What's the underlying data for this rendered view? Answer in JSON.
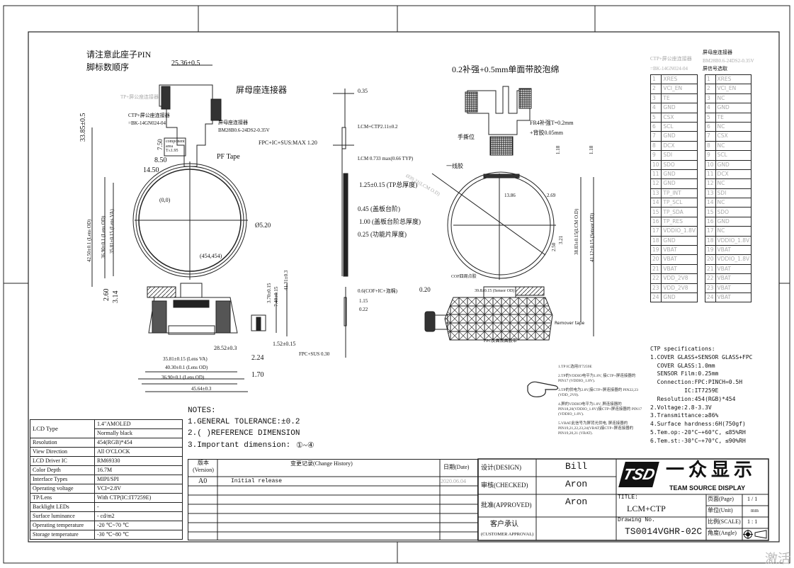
{
  "notes_left": {
    "pin_order_note_1": "请注意此座子PIN",
    "pin_order_note_2": "脚标数顺序",
    "dim_25_36": "25.36±0.5",
    "screen_connector": "屏母座连接器",
    "tp_connector": "TP+屏公座连接器",
    "ctp_connector": "CTP+屏公座连接器",
    "ctp_connector_pn": "=BK-14GN024-04",
    "screen_connector_small": "屏母座连接器",
    "screen_connector_pn": "BM28B0.6-24DS2-0.35V",
    "component_area": "component area T≤1.95",
    "dim_33_85": "33.85±0.5",
    "dim_7_50": "7.50",
    "dim_8_50": "8.50",
    "dim_14_50": "14.50",
    "pf_tape": "PF Tape",
    "origin": "(0,0)",
    "end_point": "(454,454)",
    "dim_5_20": "Ø5.20",
    "dim_42_50": "42.50±0.1 (Lens OD)",
    "dim_36_90v": "36.90±0.1 (Lens OD)",
    "dim_35_81v": "35.81±0.15 (Lens VA)",
    "dim_2_60": "2.60",
    "dim_3_14": "3.14",
    "dim_3_70": "3.70±0.15",
    "dim_7_40": "7.40±0.15",
    "dim_41_31": "41.31±0.3",
    "dim_28_52": "28.52±0.3",
    "dim_1_52": "1.52±0.15",
    "dim_2_24": "2.24",
    "dim_1_70": "1.70",
    "dim_35_81h": "35.81±0.15 (Lens VA)",
    "dim_40_30": "40.30±0.1 (Lens OD)",
    "dim_36_90h": "36.90±0.1 (Lens OD)",
    "dim_45_64": "45.64±0.3"
  },
  "side_view": {
    "fpc_ic_sus": "FPC+IC+SUS:MAX 1.20",
    "d0_35": "0.35",
    "lcm_ctp": "LCM+CTP2.11±0.2",
    "lcm_thk": "LCM 0.733 max(0.66 TYP)",
    "tp_total": "1.25±0.15 (TP总厚度)",
    "cover_step": "0.45 (盖板台阶)",
    "cover_step_total": "1.00 (盖板台阶总厚度)",
    "func_film": "0.25 (功能片厚度)",
    "cof": "0.6(COF+IC+泡棉)",
    "d1_15": "1.15",
    "d0_22": "0.22",
    "fpc_sus": "FPC+SUS 0.30",
    "d0_20": "0.20"
  },
  "notes_right": {
    "foam": "0.2补强+0.5mm单面带胶泡绵",
    "tear_tab": "手撕位",
    "fr4_1": "FR4补强T=0.2mm",
    "fr4_2": "+背胶0.05mm",
    "glue_line": "一线胶",
    "d1_18a": "1.18",
    "d1_18b": "1.18",
    "d13_86": "13.86",
    "d2_69": "2.69",
    "d2_50": "2.50",
    "d3_21": "3.21",
    "lcm_od": "38.83±0.15(LCM O.D)",
    "sensor_od": "41.12±0.15 (Sensor OD)",
    "diag": "Ø39.21(LCM O.D)",
    "cof_note": "COF四周点胶",
    "remover_tape": "Remover tape",
    "fpc_tape": "FPC反面双面胶带",
    "sensor_w": "39.8±0.15 (Sensor OD)"
  },
  "tp_notes": [
    "1.TP IC选用IT7259E",
    "2.TP的VDDIO电平为1.8V, 接CTP+屏连接器的 PIN17 (VDDIO_1.8V).",
    "3.TP的供电为2.8V,接CTP+屏连接器的 PIN22,23 (VDD_2V8).",
    "4.屏的VDDIO电平为1.8V, 屏连接器的 PIN18,20(VDDIO_1.8V)接CTP+屏连接器的 PIN17 (VDDIO_1.8V).",
    "5.VBAT此信号为屏背光供电, 屏连接器的 PIN19,21,22,23,24(VBAT)接CTP+屏连接器的 PIN19,20,21 (VBAT)."
  ],
  "pin_tables": {
    "left_title": "CTP+屏公座连接器",
    "left_pn": "=BK-14GN024-04",
    "right_title": "屏母座连接器",
    "right_pn": "BM28B0.6-24DS2-0.35V",
    "right_sub": "屏信号选取",
    "left": [
      "XRES",
      "VCI_EN",
      "TE",
      "GND",
      "CSX",
      "SCL",
      "GND",
      "DCX",
      "SDI",
      "SDO",
      "GND",
      "GND",
      "TP_INT",
      "TP_SCL",
      "TP_SDA",
      "TP_RES",
      "VDDIO_1.8V",
      "GND",
      "VBAT",
      "VBAT",
      "VBAT",
      "VDD_2V8",
      "VDD_2V8",
      "GND"
    ],
    "right": [
      "XRES",
      "VCI_EN",
      "NC",
      "GND",
      "TE",
      "NC",
      "CSX",
      "NC",
      "SCL",
      "GND",
      "DCX",
      "NC",
      "SDI",
      "NC",
      "SDO",
      "GND",
      "NC",
      "VDDIO_1.8V",
      "VBAT",
      "VDDIO_1.8V",
      "VBAT",
      "VBAT",
      "VBAT",
      "VBAT"
    ]
  },
  "ctp_specs": [
    "CTP specifications:",
    "1.COVER GLASS+SENSOR GLASS+FPC",
    "  COVER GLASS:1.0mm",
    "  SENSOR Film:0.25mm",
    "  Connection:FPC:PINCH=0.5H",
    "          IC:IT7259E",
    "  Resolution:454(RGB)*454",
    "2.Voltage:2.8-3.3V",
    "3.Transmittance:≥86%",
    "4.Surface hardness:6H(750gf)",
    "5.Tem.op:-20°C~+60°C, ≤85%RH",
    "6.Tem.st:-30°C~+70°C, ≤90%RH"
  ],
  "notes": {
    "title": "NOTES:",
    "n1": "1.GENERAL TOLERANCE:±0.2",
    "n2": "2.( )REFERENCE DIMENSION",
    "n3": "3.Important dimension:",
    "n3_range": "①~④"
  },
  "spec_table": {
    "lcd_type_label": "LCD Type",
    "lcd_type_1": "1.4\"AMOLED",
    "lcd_type_2": "Normally black",
    "rows": [
      [
        "Resolution",
        "454(RGB)*454"
      ],
      [
        "View Direction",
        "All O'CLOCK"
      ],
      [
        "LCD Driver IC",
        "RM69330"
      ],
      [
        "Color Depth",
        "16.7M"
      ],
      [
        "Interface Types",
        "MIPI/SPI"
      ],
      [
        "Operating voltage",
        "VCI=2.8V"
      ],
      [
        "TP/Lens",
        "With CTP(IC:IT7259E)"
      ],
      [
        "Backlight LEDs",
        "-"
      ],
      [
        "Surface luminance",
        "- cd/m2"
      ],
      [
        "Operating temperature",
        "-20 ℃~70 ℃"
      ],
      [
        "Storage temperature",
        "-30 ℃~80 ℃"
      ]
    ]
  },
  "history": {
    "h_version": "版本 (Version)",
    "h_change": "变更记录(Change History)",
    "h_date": "日期(Date)",
    "version": "A0",
    "change": "Initial release",
    "date": "2020.06.04"
  },
  "signoff": {
    "design_label": "设计(DESIGN)",
    "design_name": "Bill",
    "checked_label": "审核(CHECKED)",
    "checked_name": "Aron",
    "approved_label": "批准(APPROVED)",
    "approved_name": "Aron",
    "customer_label": "客户承认",
    "customer_label_en": "(CUSTOMER APPROVAL)"
  },
  "title_block": {
    "logo_cn": "一众显示",
    "logo_en": "TEAM SOURCE DISPLAY",
    "logo_mark": "TSD",
    "title_label": "TITLE:",
    "title": "LCM+CTP",
    "drawing_label": "Drawing No.",
    "drawing_no": "TS0014VGHR-02C",
    "page_label": "页面(Page)",
    "page": "1 / 1",
    "unit_label": "单位(Unit)",
    "unit": "mm",
    "scale_label": "比例(SCALE)",
    "scale": "1 : 1",
    "angle_label": "角度(Angle)"
  },
  "watermark": "激活"
}
